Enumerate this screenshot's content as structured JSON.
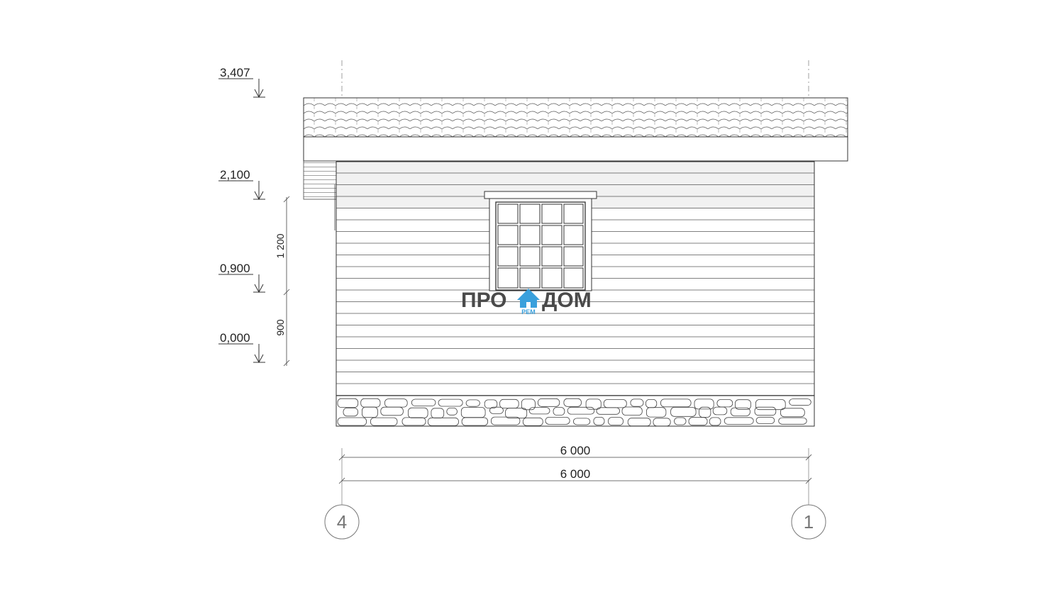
{
  "levels": [
    {
      "label": "3,407"
    },
    {
      "label": "2,100"
    },
    {
      "label": "0,900"
    },
    {
      "label": "0,000"
    }
  ],
  "vertical_dims": [
    {
      "label": "1 200"
    },
    {
      "label": "900"
    }
  ],
  "horizontal_dims": [
    {
      "label": "6 000"
    },
    {
      "label": "6 000"
    }
  ],
  "axes": {
    "left": "4",
    "right": "1"
  },
  "watermark": {
    "left_text": "ПРО",
    "right_text": "ДОМ",
    "sub_text": "РЕМ",
    "accent_color": "#3aa0dc",
    "text_color": "#4a4a4a"
  }
}
